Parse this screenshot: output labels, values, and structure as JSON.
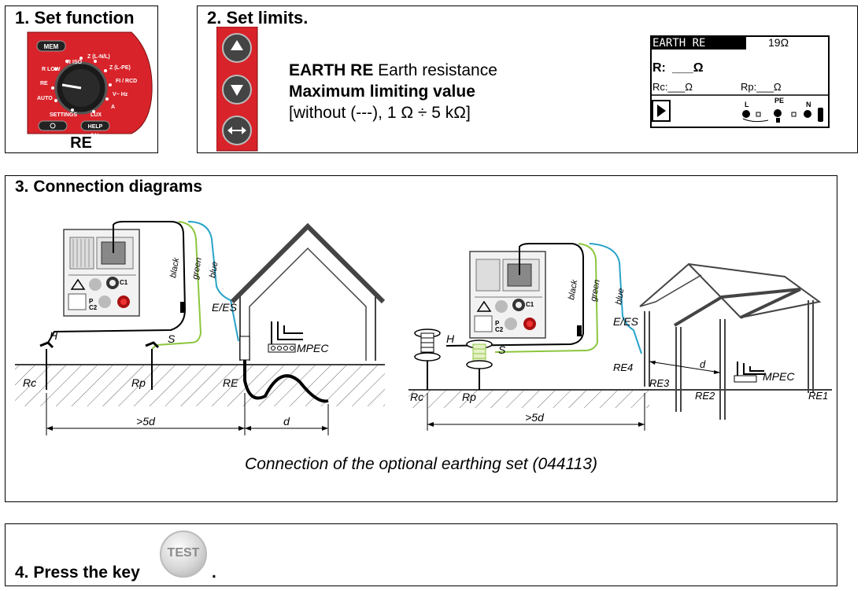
{
  "step1": {
    "heading": "1. Set function",
    "function_label": "RE",
    "dial_labels": {
      "mem": "MEM",
      "rlow": "R LOW",
      "riso": "R ISO",
      "zline": "Z (L-N/L)",
      "zloop": "Z (L-PE)",
      "fircd": "FI / RCD",
      "re": "RE",
      "auto": "AUTO",
      "settings": "SETTINGS",
      "lux": "LUX",
      "vhz": "V~ Hz",
      "amp": "A",
      "help": "HELP",
      "cal": "CAL"
    }
  },
  "step2": {
    "heading": "2. Set limits.",
    "line1_bold": "EARTH RE",
    "line1_rest": " Earth resistance",
    "line2": "Maximum limiting value",
    "line3": "[without (---), 1 Ω ÷ 5 kΩ]",
    "lcd": {
      "title": "EARTH RE",
      "limit": "19Ω",
      "r_label": "R:",
      "r_value": "___Ω",
      "rc_label": "Rc:___Ω",
      "rp_label": "Rp:___Ω",
      "term_l": "L",
      "term_pe": "PE",
      "term_n": "N"
    }
  },
  "step3": {
    "heading": "3. Connection diagrams",
    "caption": "Connection of the optional earthing set (044113)",
    "left": {
      "wire_black": "black",
      "wire_green": "green",
      "wire_blue": "blue",
      "ees": "E/ES",
      "h": "H",
      "s": "S",
      "rc": "Rc",
      "rp": "Rp",
      "re": "RE",
      "mpec": "MPEC",
      "dist_5d": ">5d",
      "dist_d": "d",
      "c1": "C1",
      "p": "P",
      "c2": "C2"
    },
    "right": {
      "wire_black": "black",
      "wire_green": "green",
      "wire_blue": "blue",
      "ees": "E/ES",
      "h": "H",
      "s": "S",
      "rc": "Rc",
      "rp": "Rp",
      "re1": "RE1",
      "re2": "RE2",
      "re3": "RE3",
      "re4": "RE4",
      "mpec": "MPEC",
      "dist_5d": ">5d",
      "dist_d": "d",
      "c1": "C1",
      "p": "P",
      "c2": "C2"
    }
  },
  "step4": {
    "heading": "4. Press the key",
    "key_label": "TEST",
    "period": "."
  },
  "colors": {
    "instrument_red": "#d8232a",
    "wire_green": "#8cc63f",
    "wire_blue": "#29a3c9"
  }
}
